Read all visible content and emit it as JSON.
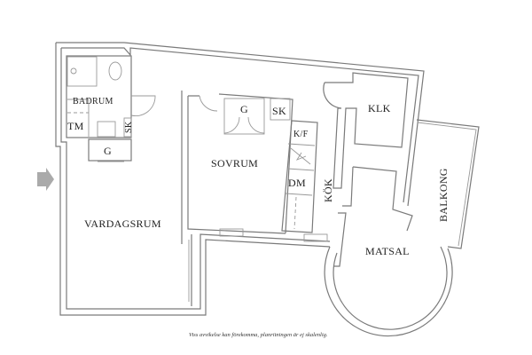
{
  "floorplan": {
    "rooms": {
      "badrum": "BADRUM",
      "tm": "TM",
      "sk_bath": "SK",
      "g_hall": "G",
      "vardagsrum": "VARDAGSRUM",
      "sovrum": "SOVRUM",
      "g_sovrum": "G",
      "sk_sovrum": "SK",
      "kf": "K/F",
      "dm": "DM",
      "kok": "KÖK",
      "klk": "KLK",
      "balkong": "BALKONG",
      "matsal": "MATSAL"
    },
    "caption": "Viss avvikelse kan förekomma, planritningen är ej skalenlig.",
    "wall_color": "#7a7a7a",
    "entry_arrow_color": "#999999"
  }
}
